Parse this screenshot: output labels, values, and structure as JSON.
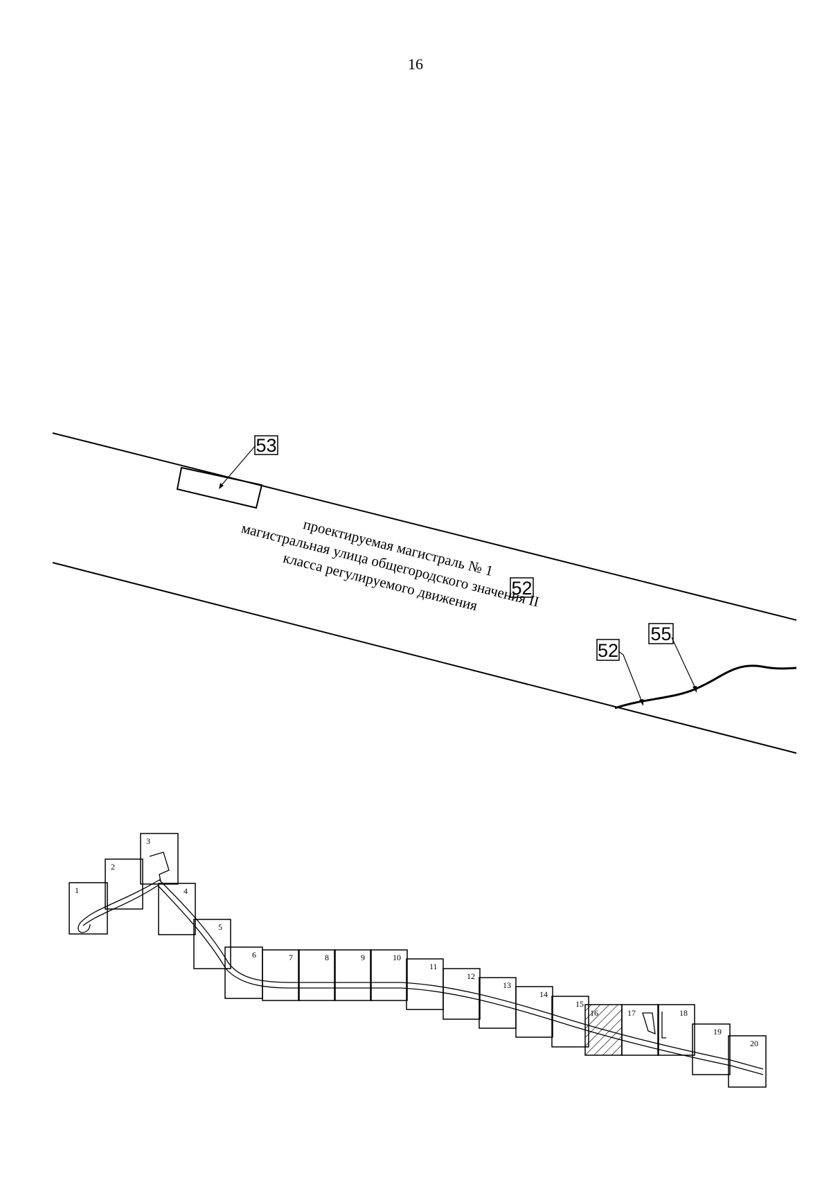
{
  "page": {
    "number": "16"
  },
  "plan": {
    "street_name_lines": [
      "проектируемая магистраль № 1",
      "магистральная улица общегородского значения II",
      "класса регулируемого движения"
    ],
    "refs": {
      "street": "52",
      "building": "53",
      "edge": "52",
      "feature": "55"
    }
  },
  "key_map": {
    "sheets": [
      "1",
      "2",
      "3",
      "4",
      "5",
      "6",
      "7",
      "8",
      "9",
      "10",
      "11",
      "12",
      "13",
      "14",
      "15",
      "16",
      "17",
      "18",
      "19",
      "20"
    ],
    "highlighted_sheet": "16"
  }
}
